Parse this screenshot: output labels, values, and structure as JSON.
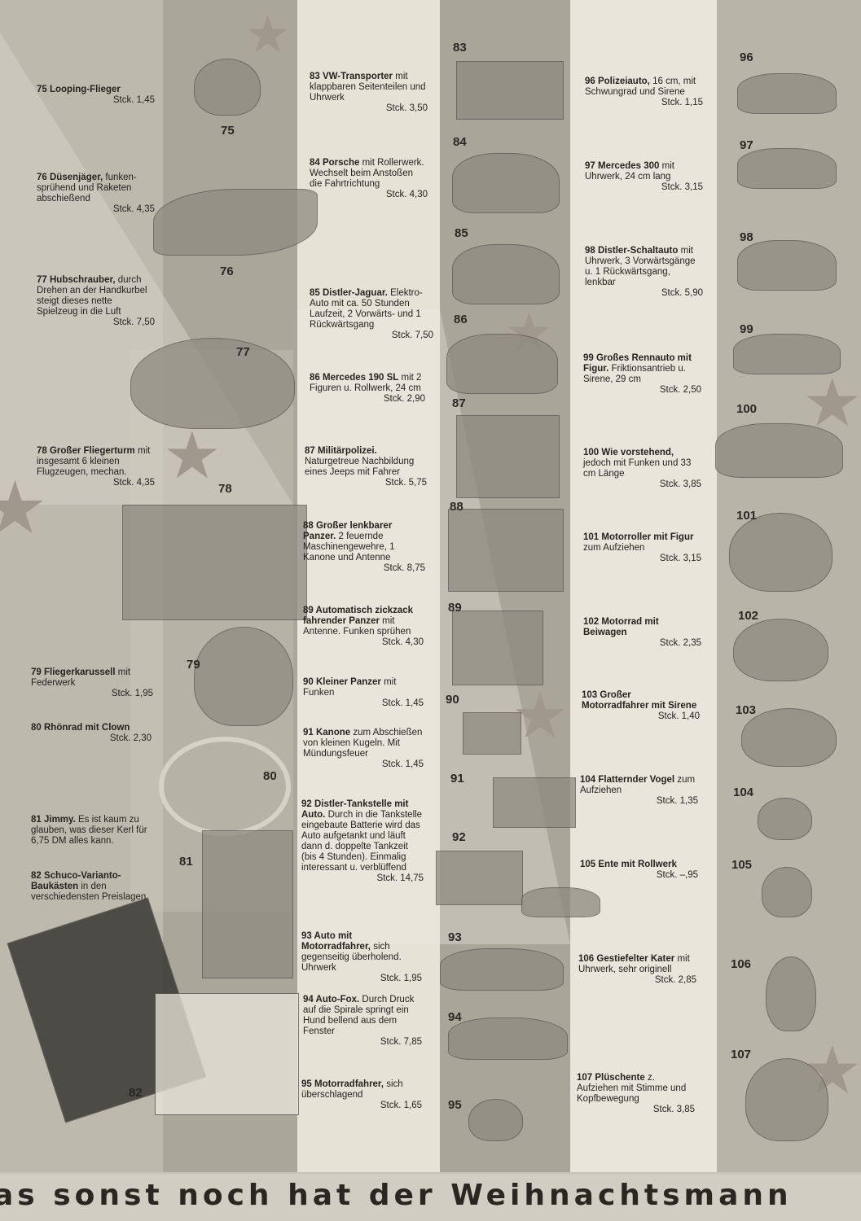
{
  "items": [
    {
      "num": "75",
      "heading": "75 Looping-Flieger",
      "desc": "",
      "price": "Stck. 1,45"
    },
    {
      "num": "76",
      "heading": "76 Düsenjäger,",
      "desc": "funken-sprühend und Raketen abschießend",
      "price": "Stck. 4,35"
    },
    {
      "num": "77",
      "heading": "77 Hubschrauber,",
      "desc": "durch Drehen an der Handkurbel steigt dieses nette Spielzeug in die Luft",
      "price": "Stck. 7,50"
    },
    {
      "num": "78",
      "heading": "78 Großer Fliegerturm",
      "desc": "mit insgesamt 6 kleinen Flugzeugen, mechan.",
      "price": "Stck. 4,35"
    },
    {
      "num": "79",
      "heading": "79 Fliegerkarussell",
      "desc": "mit Federwerk",
      "price": "Stck. 1,95"
    },
    {
      "num": "80",
      "heading": "80 Rhönrad mit Clown",
      "desc": "",
      "price": "Stck. 2,30"
    },
    {
      "num": "81",
      "heading": "81 Jimmy.",
      "desc": "Es ist kaum zu glauben, was dieser Kerl für 6,75 DM alles kann.",
      "price": ""
    },
    {
      "num": "82",
      "heading": "82 Schuco-Varianto-Baukästen",
      "desc": "in den verschiedensten Preislagen",
      "price": ""
    },
    {
      "num": "83",
      "heading": "83 VW-Transporter",
      "desc": "mit klappbaren Seitenteilen und Uhrwerk",
      "price": "Stck. 3,50"
    },
    {
      "num": "84",
      "heading": "84 Porsche",
      "desc": "mit Rollerwerk. Wechselt beim Anstoßen die Fahrtrichtung",
      "price": "Stck. 4,30"
    },
    {
      "num": "85",
      "heading": "85 Distler-Jaguar.",
      "desc": "Elektro-Auto mit ca. 50 Stunden Laufzeit, 2 Vorwärts- und 1 Rückwärtsgang",
      "price": "Stck. 7,50"
    },
    {
      "num": "86",
      "heading": "86 Mercedes 190 SL",
      "desc": "mit 2 Figuren u. Rollwerk, 24 cm",
      "price": "Stck. 2,90"
    },
    {
      "num": "87",
      "heading": "87 Militärpolizei.",
      "desc": "Naturgetreue Nachbildung eines Jeeps mit Fahrer",
      "price": "Stck. 5,75"
    },
    {
      "num": "88",
      "heading": "88 Großer lenkbarer Panzer.",
      "desc": "2 feuernde Maschinengewehre, 1 Kanone und Antenne",
      "price": "Stck. 8,75"
    },
    {
      "num": "89",
      "heading": "89 Automatisch zickzack fahrender Panzer",
      "desc": "mit Antenne. Funken sprühen",
      "price": "Stck. 4,30"
    },
    {
      "num": "90",
      "heading": "90 Kleiner Panzer",
      "desc": "mit Funken",
      "price": "Stck. 1,45"
    },
    {
      "num": "91",
      "heading": "91 Kanone",
      "desc": "zum Abschießen von kleinen Kugeln. Mit Mündungsfeuer",
      "price": "Stck. 1,45"
    },
    {
      "num": "92",
      "heading": "92 Distler-Tankstelle mit Auto.",
      "desc": "Durch in die Tankstelle eingebaute Batterie wird das Auto aufgetankt und läuft dann d. doppelte Tankzeit (bis 4 Stunden). Einmalig interessant u. verblüffend",
      "price": "Stck. 14,75"
    },
    {
      "num": "93",
      "heading": "93 Auto mit Motorradfahrer,",
      "desc": "sich gegenseitig überholend. Uhrwerk",
      "price": "Stck. 1,95"
    },
    {
      "num": "94",
      "heading": "94 Auto-Fox.",
      "desc": "Durch Druck auf die Spirale springt ein Hund bellend aus dem Fenster",
      "price": "Stck. 7,85"
    },
    {
      "num": "95",
      "heading": "95 Motorradfahrer,",
      "desc": "sich überschlagend",
      "price": "Stck. 1,65"
    },
    {
      "num": "96",
      "heading": "96 Polizeiauto,",
      "desc": "16 cm, mit Schwungrad und Sirene",
      "price": "Stck. 1,15"
    },
    {
      "num": "97",
      "heading": "97 Mercedes 300",
      "desc": "mit Uhrwerk, 24 cm lang",
      "price": "Stck. 3,15"
    },
    {
      "num": "98",
      "heading": "98 Distler-Schaltauto",
      "desc": "mit Uhrwerk, 3 Vorwärtsgänge u. 1 Rückwärtsgang, lenkbar",
      "price": "Stck. 5,90"
    },
    {
      "num": "99",
      "heading": "99 Großes Rennauto mit Figur.",
      "desc": "Friktionsantrieb u. Sirene, 29 cm",
      "price": "Stck. 2,50"
    },
    {
      "num": "100",
      "heading": "100 Wie vorstehend,",
      "desc": "jedoch mit Funken und 33 cm Länge",
      "price": "Stck. 3,85"
    },
    {
      "num": "101",
      "heading": "101 Motorroller mit Figur",
      "desc": "zum Aufziehen",
      "price": "Stck. 3,15"
    },
    {
      "num": "102",
      "heading": "102 Motorrad mit Beiwagen",
      "desc": "",
      "price": "Stck. 2,35"
    },
    {
      "num": "103",
      "heading": "103 Großer Motorradfahrer mit Sirene",
      "desc": "",
      "price": "Stck. 1,40"
    },
    {
      "num": "104",
      "heading": "104 Flatternder Vogel",
      "desc": "zum Aufziehen",
      "price": "Stck. 1,35"
    },
    {
      "num": "105",
      "heading": "105 Ente mit Rollwerk",
      "desc": "",
      "price": "Stck. –,95"
    },
    {
      "num": "106",
      "heading": "106 Gestiefelter Kater",
      "desc": "mit Uhrwerk, sehr originell",
      "price": "Stck. 2,85"
    },
    {
      "num": "107",
      "heading": "107 Plüschente",
      "desc": "z. Aufziehen mit Stimme und Kopfbewegung",
      "price": "Stck. 3,85"
    }
  ],
  "footer": "as sonst noch hat der Weihnachtsmann",
  "colors": {
    "paper": "#c6c2b6",
    "band_light": "#e4e0d4",
    "band_mid": "#b1ad9f",
    "ink": "#26231f"
  }
}
